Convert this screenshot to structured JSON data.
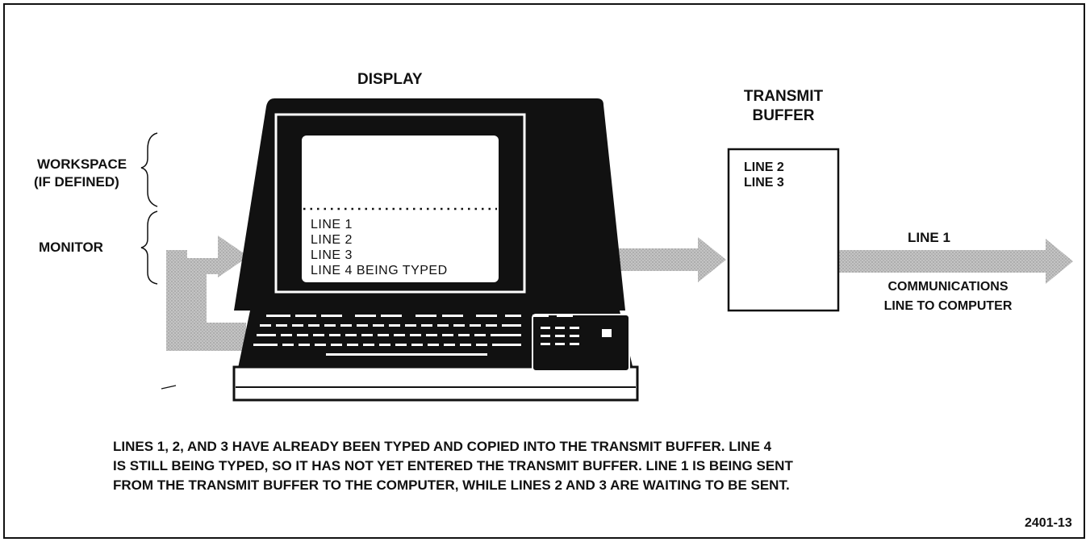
{
  "display_label": "DISPLAY",
  "transmit_buffer_label_line1": "TRANSMIT",
  "transmit_buffer_label_line2": "BUFFER",
  "workspace_label_line1": "WORKSPACE",
  "workspace_label_line2": "(IF DEFINED)",
  "monitor_label": "MONITOR",
  "screen_lines": [
    "LINE 1",
    "LINE 2",
    "LINE 3",
    "LINE 4 BEING TYPED"
  ],
  "buffer_lines": [
    "LINE 2",
    "LINE 3"
  ],
  "outgoing_line_label": "LINE 1",
  "comm_line_label_line1": "COMMUNICATIONS",
  "comm_line_label_line2": "LINE TO COMPUTER",
  "caption_lines": [
    "LINES 1, 2, AND 3 HAVE ALREADY BEEN TYPED AND COPIED INTO THE TRANSMIT BUFFER.  LINE 4",
    "IS STILL BEING TYPED, SO IT HAS NOT YET ENTERED THE TRANSMIT BUFFER.  LINE 1 IS BEING SENT",
    "FROM THE TRANSMIT BUFFER TO THE COMPUTER, WHILE LINES 2 AND 3 ARE WAITING TO BE SENT."
  ],
  "figure_number": "2401-13",
  "colors": {
    "ink": "#111111",
    "arrow_gray": "#b5b5b5",
    "paper": "#ffffff"
  }
}
